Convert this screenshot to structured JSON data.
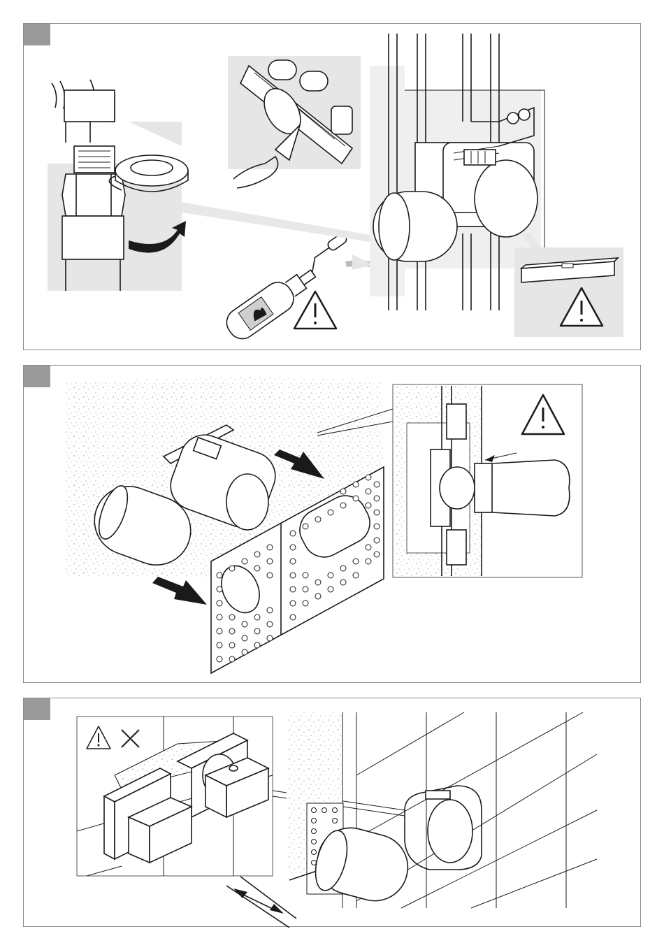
{
  "page": {
    "background": "#ffffff",
    "panel_border_color": "#8a8a8a",
    "step_tab_color": "#9a9a9a",
    "highlight_fill": "#e6e6e6"
  },
  "panels": [
    {
      "id": "panel-1",
      "icons": [
        "thread-tape-icon",
        "rotate-arrow-icon",
        "blowtorch-icon",
        "warning-icon",
        "spirit-level-icon",
        "warning-icon",
        "trowel-icon"
      ]
    },
    {
      "id": "panel-2",
      "icons": [
        "plaster-guard-icon",
        "mounting-plate-icon",
        "insert-arrow-icon",
        "insert-arrow-icon",
        "warning-icon"
      ]
    },
    {
      "id": "panel-3",
      "icons": [
        "warning-icon",
        "cross-icon",
        "dimension-arrows-icon"
      ]
    }
  ]
}
